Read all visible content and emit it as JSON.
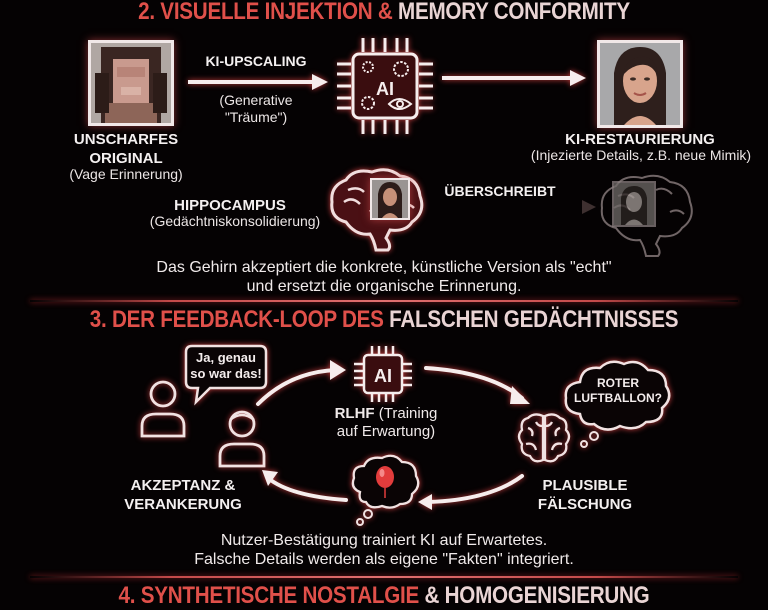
{
  "section2": {
    "title_red": "2. VISUELLE INJEKTION &",
    "title_light": "MEMORY CONFORMITY",
    "original": {
      "title_line1": "UNSCHARFES",
      "title_line2": "ORIGINAL",
      "subtitle": "(Vage Erinnerung)"
    },
    "upscaling": {
      "label": "KI-UPSCALING",
      "sub_line1": "(Generative",
      "sub_line2": "\"Träume\")"
    },
    "ai_chip": {
      "label": "AI"
    },
    "restoration": {
      "title": "KI-RESTAURIERUNG",
      "subtitle": "(Injezierte Details, z.B. neue Mimik)"
    },
    "hippocampus": {
      "title": "HIPPOCAMPUS",
      "subtitle": "(Gedächtniskonsolidierung)"
    },
    "overwrite": {
      "label": "ÜBERSCHREIBT"
    },
    "caption_line1": "Das Gehirn akzeptiert die konkrete, künstliche Version als \"echt\"",
    "caption_line2": "und ersetzt die organische Erinnerung."
  },
  "section3": {
    "title_red": "3. DER FEEDBACK-LOOP DES",
    "title_light": "FALSCHEN GEDÄCHTNISSES",
    "speech_bubble": {
      "line1": "Ja, genau",
      "line2": "so war das!"
    },
    "ai_chip": {
      "label": "AI"
    },
    "rlhf": {
      "bold": "RLHF",
      "line1_rest": " (Training",
      "line2": "auf Erwartung)"
    },
    "thought_bubble": {
      "line1": "ROTER",
      "line2": "LUFTBALLON?"
    },
    "plausible": {
      "line1": "PLAUSIBLE",
      "line2": "FÄLSCHUNG"
    },
    "acceptance": {
      "line1": "AKZEPTANZ &",
      "line2": "VERANKERUNG"
    },
    "caption_line1": "Nutzer-Bestätigung trainiert KI auf Erwartetes.",
    "caption_line2": "Falsche Details werden als eigene \"Fakten\" integriert."
  },
  "section4": {
    "title_red": "4. SYNTHETISCHE NOSTALGIE",
    "title_light": "& HOMOGENISIERUNG"
  },
  "colors": {
    "background": "#050203",
    "accent_red": "#e0504a",
    "title_light": "#e9d4d4",
    "line_glow": "#c44a4a",
    "balloon": "#e23c3c"
  }
}
